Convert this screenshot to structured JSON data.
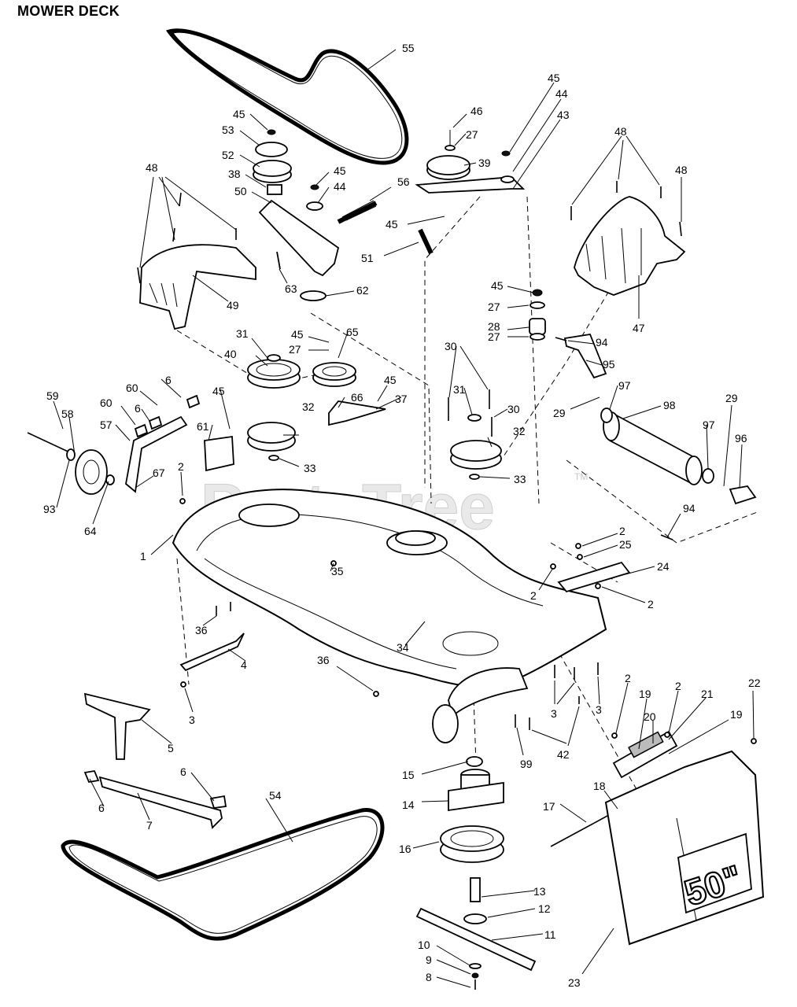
{
  "title": "MOWER DECK",
  "watermark": "PartsTree",
  "watermark_mark": "TM",
  "deck_size_badge": "50\"",
  "callouts": [
    {
      "id": "c55",
      "text": "55"
    },
    {
      "id": "c45a",
      "text": "45"
    },
    {
      "id": "c53",
      "text": "53"
    },
    {
      "id": "c52",
      "text": "52"
    },
    {
      "id": "c38",
      "text": "38"
    },
    {
      "id": "c50",
      "text": "50"
    },
    {
      "id": "c48a",
      "text": "48"
    },
    {
      "id": "c45b",
      "text": "45"
    },
    {
      "id": "c44a",
      "text": "44"
    },
    {
      "id": "c56",
      "text": "56"
    },
    {
      "id": "c45c",
      "text": "45"
    },
    {
      "id": "c46",
      "text": "46"
    },
    {
      "id": "c27a",
      "text": "27"
    },
    {
      "id": "c39",
      "text": "39"
    },
    {
      "id": "c45d",
      "text": "45"
    },
    {
      "id": "c44b",
      "text": "44"
    },
    {
      "id": "c43",
      "text": "43"
    },
    {
      "id": "c48b",
      "text": "48"
    },
    {
      "id": "c48c",
      "text": "48"
    },
    {
      "id": "c45e",
      "text": "45"
    },
    {
      "id": "c51",
      "text": "51"
    },
    {
      "id": "c63",
      "text": "63"
    },
    {
      "id": "c62",
      "text": "62"
    },
    {
      "id": "c49",
      "text": "49"
    },
    {
      "id": "c47",
      "text": "47"
    },
    {
      "id": "c45f",
      "text": "45"
    },
    {
      "id": "c27b",
      "text": "27"
    },
    {
      "id": "c28",
      "text": "28"
    },
    {
      "id": "c27c",
      "text": "27"
    },
    {
      "id": "c94a",
      "text": "94"
    },
    {
      "id": "c95",
      "text": "95"
    },
    {
      "id": "c31a",
      "text": "31"
    },
    {
      "id": "c45g",
      "text": "45"
    },
    {
      "id": "c27d",
      "text": "27"
    },
    {
      "id": "c65",
      "text": "65"
    },
    {
      "id": "c40",
      "text": "40"
    },
    {
      "id": "c30a",
      "text": "30"
    },
    {
      "id": "c97a",
      "text": "97"
    },
    {
      "id": "c98",
      "text": "98"
    },
    {
      "id": "c29a",
      "text": "29"
    },
    {
      "id": "c29b",
      "text": "29"
    },
    {
      "id": "c6a",
      "text": "6"
    },
    {
      "id": "c60a",
      "text": "60"
    },
    {
      "id": "c45h",
      "text": "45"
    },
    {
      "id": "c66",
      "text": "66"
    },
    {
      "id": "c45i",
      "text": "45"
    },
    {
      "id": "c37",
      "text": "37"
    },
    {
      "id": "c31b",
      "text": "31"
    },
    {
      "id": "c30b",
      "text": "30"
    },
    {
      "id": "c97b",
      "text": "97"
    },
    {
      "id": "c96",
      "text": "96"
    },
    {
      "id": "c59",
      "text": "59"
    },
    {
      "id": "c58",
      "text": "58"
    },
    {
      "id": "c60b",
      "text": "60"
    },
    {
      "id": "c6b",
      "text": "6"
    },
    {
      "id": "c57",
      "text": "57"
    },
    {
      "id": "c61",
      "text": "61"
    },
    {
      "id": "c32a",
      "text": "32"
    },
    {
      "id": "c32b",
      "text": "32"
    },
    {
      "id": "c33a",
      "text": "33"
    },
    {
      "id": "c33b",
      "text": "33"
    },
    {
      "id": "c2a",
      "text": "2"
    },
    {
      "id": "c67",
      "text": "67"
    },
    {
      "id": "c93",
      "text": "93"
    },
    {
      "id": "c64",
      "text": "64"
    },
    {
      "id": "c94b",
      "text": "94"
    },
    {
      "id": "c1",
      "text": "1"
    },
    {
      "id": "c2b",
      "text": "2"
    },
    {
      "id": "c25",
      "text": "25"
    },
    {
      "id": "c35",
      "text": "35"
    },
    {
      "id": "c2c",
      "text": "2"
    },
    {
      "id": "c24",
      "text": "24"
    },
    {
      "id": "c2d",
      "text": "2"
    },
    {
      "id": "c36a",
      "text": "36"
    },
    {
      "id": "c4",
      "text": "4"
    },
    {
      "id": "c34",
      "text": "34"
    },
    {
      "id": "c36b",
      "text": "36"
    },
    {
      "id": "c3a",
      "text": "3"
    },
    {
      "id": "c2e",
      "text": "2"
    },
    {
      "id": "c19a",
      "text": "19"
    },
    {
      "id": "c2f",
      "text": "2"
    },
    {
      "id": "c21",
      "text": "21"
    },
    {
      "id": "c22",
      "text": "22"
    },
    {
      "id": "c20",
      "text": "20"
    },
    {
      "id": "c19b",
      "text": "19"
    },
    {
      "id": "c3b",
      "text": "3"
    },
    {
      "id": "c3c",
      "text": "3"
    },
    {
      "id": "c42",
      "text": "42"
    },
    {
      "id": "c5",
      "text": "5"
    },
    {
      "id": "c15",
      "text": "15"
    },
    {
      "id": "c99",
      "text": "99"
    },
    {
      "id": "c6c",
      "text": "6"
    },
    {
      "id": "c6d",
      "text": "6"
    },
    {
      "id": "c7",
      "text": "7"
    },
    {
      "id": "c14",
      "text": "14"
    },
    {
      "id": "c18",
      "text": "18"
    },
    {
      "id": "c17",
      "text": "17"
    },
    {
      "id": "c54",
      "text": "54"
    },
    {
      "id": "c16",
      "text": "16"
    },
    {
      "id": "c13",
      "text": "13"
    },
    {
      "id": "c12",
      "text": "12"
    },
    {
      "id": "c11",
      "text": "11"
    },
    {
      "id": "c10",
      "text": "10"
    },
    {
      "id": "c9",
      "text": "9"
    },
    {
      "id": "c8",
      "text": "8"
    },
    {
      "id": "c23",
      "text": "23"
    }
  ]
}
